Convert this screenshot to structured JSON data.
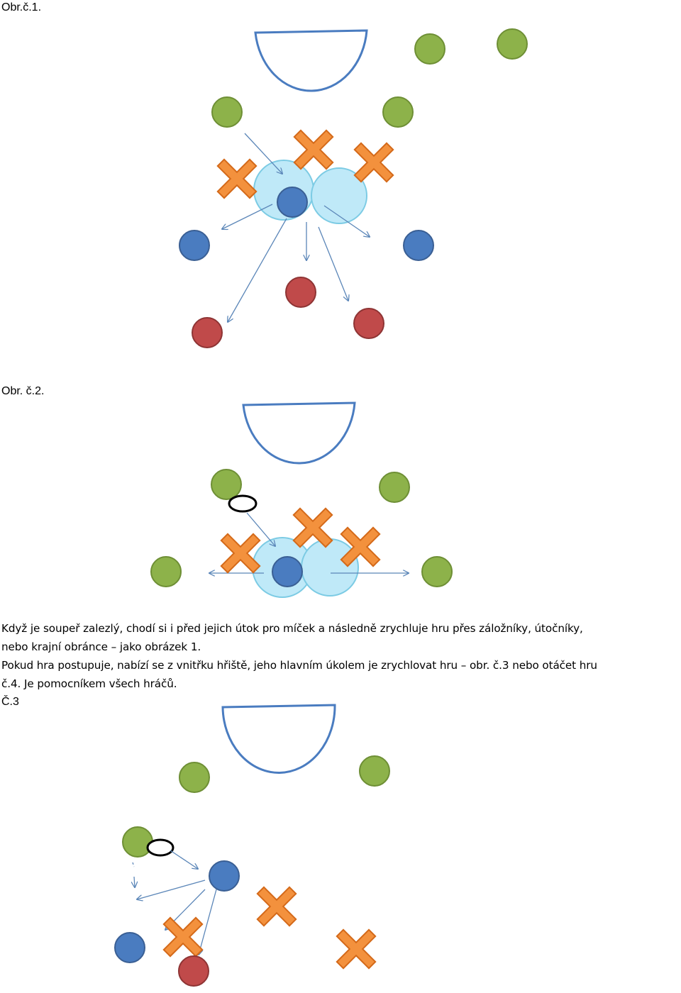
{
  "figure_labels": {
    "fig1": "Obr.č.1.",
    "fig2": "Obr. č.2.",
    "fig3": "Č.3"
  },
  "text": {
    "line1": "Když je soupeř zalezlý, chodí si i před jejich  útok pro míček a následně zrychluje hru přes záložníky, útočníky,",
    "line2": "nebo krajní obránce – jako obrázek 1.",
    "line3": "Pokud hra postupuje, nabízí se z vnitřku hřiště, jeho hlavním úkolem je zrychlovat hru – obr. č.3 nebo otáčet hru",
    "line4": "č.4. Je pomocníkem všech hráčů."
  },
  "colors": {
    "green": "#8db24a",
    "green_stroke": "#6e8f35",
    "blue": "#4a7cc0",
    "blue_stroke": "#3a5f94",
    "red": "#c04a4a",
    "red_stroke": "#8e3434",
    "orange": "#f3913d",
    "orange_stroke": "#d46a1a",
    "zone_fill": "#bfe9f8",
    "zone_stroke": "#7ccbe4",
    "goal": "#4a7cc0",
    "arrow": "#5b86b8"
  }
}
